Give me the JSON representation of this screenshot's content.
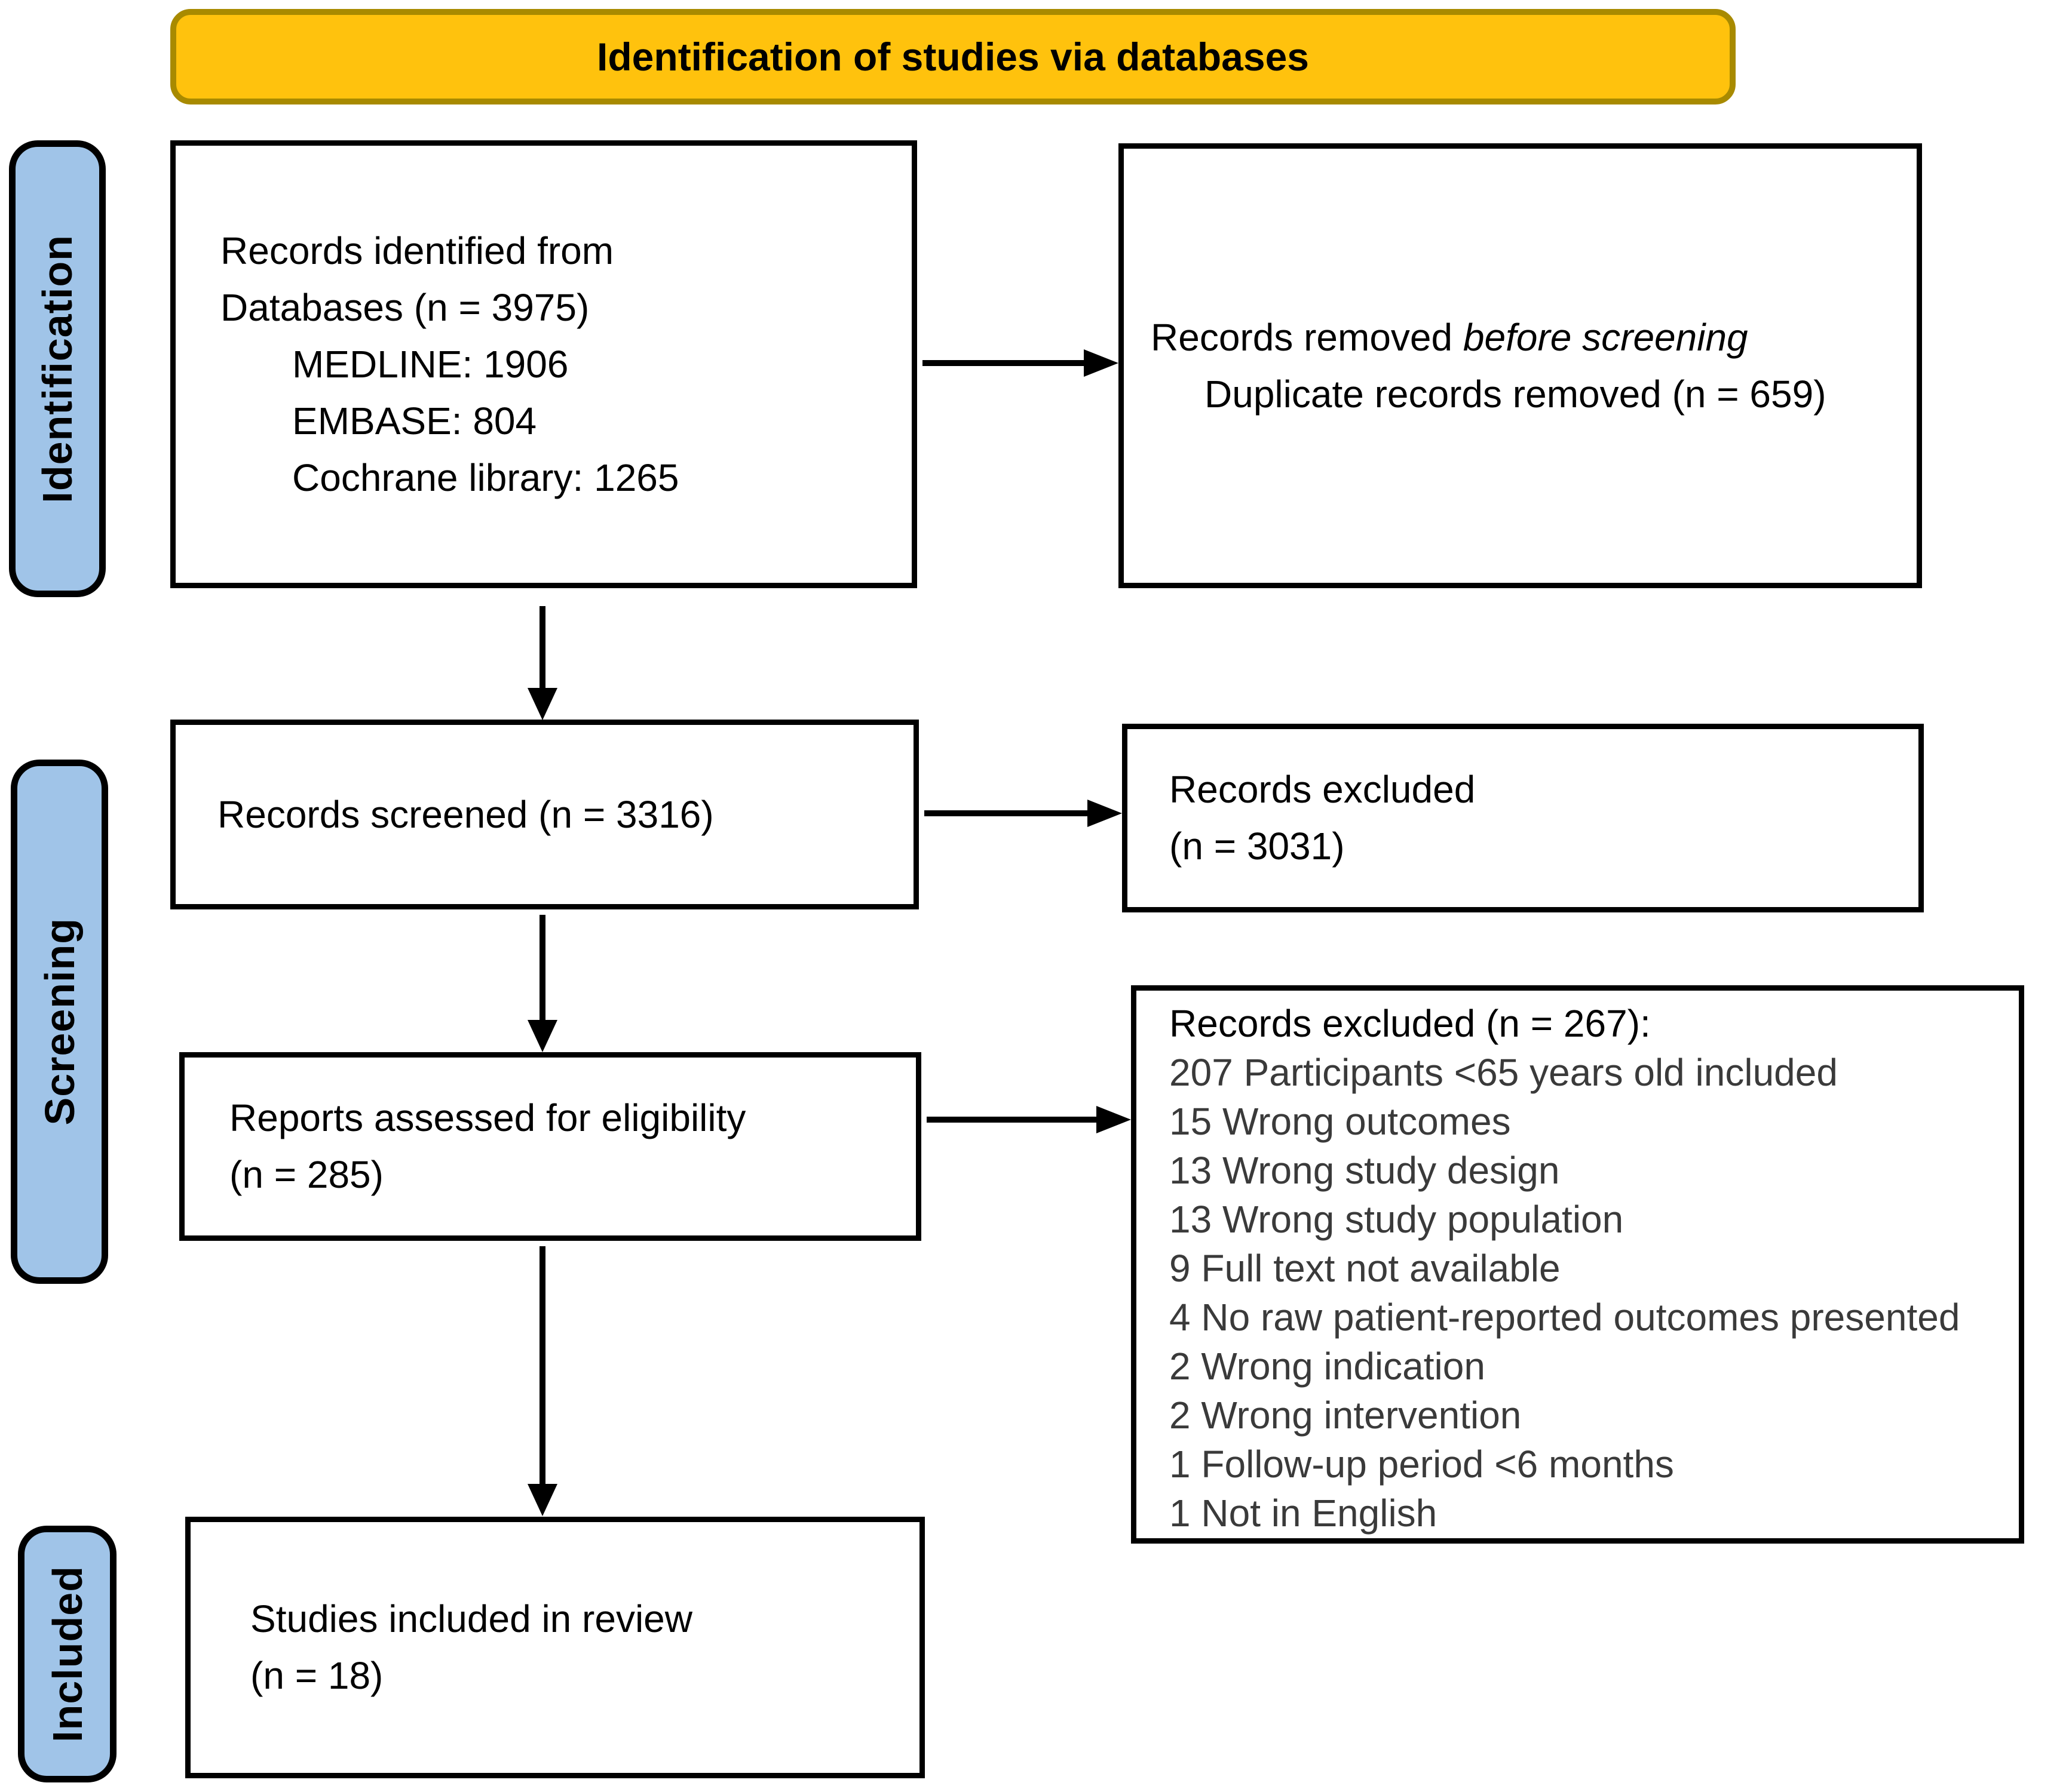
{
  "banner": {
    "title": "Identification of studies via databases"
  },
  "sidebar": {
    "identification": "Identification",
    "screening": "Screening",
    "included": "Included"
  },
  "boxes": {
    "records_identified": {
      "lines": [
        "Records identified from",
        "Databases (n = 3975)",
        "MEDLINE: 1906",
        "EMBASE: 804",
        "Cochrane library: 1265"
      ]
    },
    "records_removed": {
      "line1_prefix": "Records removed ",
      "line1_italic": "before screening",
      "line2": "Duplicate records removed (n = 659)"
    },
    "records_screened": {
      "line1": "Records screened (n = 3316)"
    },
    "records_excluded_screening": {
      "line1": "Records excluded",
      "line2": "(n = 3031)"
    },
    "reports_assessed": {
      "line1": "Reports assessed for eligibility",
      "line2": "(n = 285)"
    },
    "records_excluded_eligibility": {
      "heading": "Records excluded (n = 267):",
      "reasons": [
        "207 Participants <65 years old included",
        "15 Wrong outcomes",
        "13 Wrong study design",
        "13 Wrong study population",
        "9 Full text not available",
        "4 No raw patient-reported outcomes presented",
        "2 Wrong indication",
        "2 Wrong intervention",
        "1 Follow-up period <6 months",
        "1 Not in English"
      ]
    },
    "studies_included": {
      "line1": "Studies included in review",
      "line2": "(n = 18)"
    }
  },
  "colors": {
    "banner_fill": "#FFC20D",
    "banner_border": "#A88A00",
    "stage_fill": "#A0C4E8",
    "box_border": "#000000"
  }
}
